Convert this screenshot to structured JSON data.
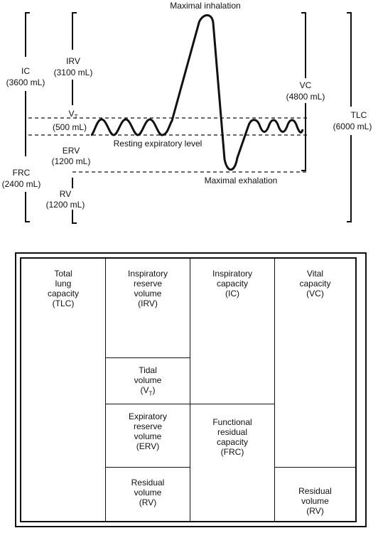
{
  "spirogram": {
    "maximal_inhalation": "Maximal inhalation",
    "maximal_exhalation": "Maximal exhalation",
    "resting_level": "Resting expiratory level",
    "ic": {
      "name": "IC",
      "value": "(3600 mL)"
    },
    "frc": {
      "name": "FRC",
      "value": "(2400 mL)"
    },
    "irv": {
      "name": "IRV",
      "value": "(3100 mL)"
    },
    "vt": {
      "name": "V",
      "sub": "T",
      "value": "(500 mL)"
    },
    "erv": {
      "name": "ERV",
      "value": "(1200 mL)"
    },
    "rv": {
      "name": "RV",
      "value": "(1200 mL)"
    },
    "vc": {
      "name": "VC",
      "value": "(4800 mL)"
    },
    "tlc": {
      "name": "TLC",
      "value": "(6000 mL)"
    }
  },
  "table": {
    "tlc": [
      "Total",
      "lung",
      "capacity",
      "(TLC)"
    ],
    "irv": [
      "Inspiratory",
      "reserve",
      "volume",
      "(IRV)"
    ],
    "vt": {
      "l1": "Tidal",
      "l2": "volume",
      "l3_prefix": "(V",
      "l3_sub": "T",
      "l3_suffix": ")"
    },
    "erv": [
      "Expiratory",
      "reserve",
      "volume",
      "(ERV)"
    ],
    "rv_mid": [
      "Residual",
      "volume",
      "(RV)"
    ],
    "ic": [
      "Inspiratory",
      "capacity",
      "(IC)"
    ],
    "frc": [
      "Functional",
      "residual",
      "capacity",
      "(FRC)"
    ],
    "vc": [
      "Vital",
      "capacity",
      "(VC)"
    ],
    "rv_right": [
      "Residual",
      "volume",
      "(RV)"
    ]
  }
}
